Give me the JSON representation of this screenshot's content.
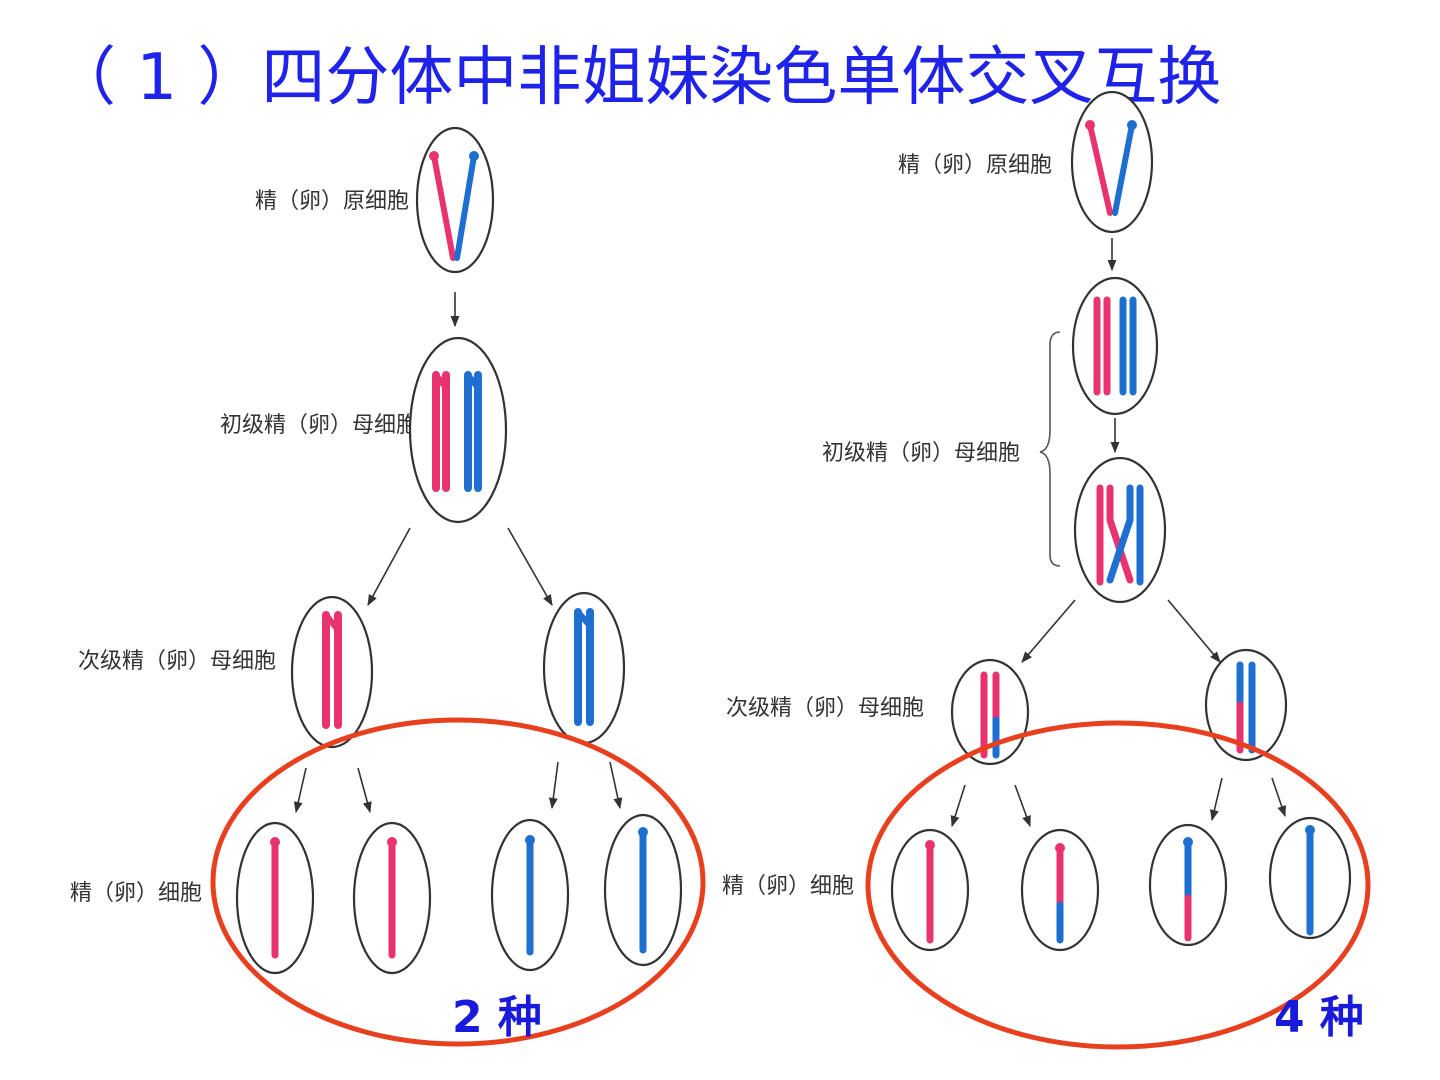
{
  "title": "（ 1 ）四分体中非姐妹染色单体交叉互换",
  "colors": {
    "title": "#1f22e8",
    "maternal": "#e8336e",
    "paternal": "#1e6fd0",
    "highlight_ring": "#e8401e",
    "count_text": "#1a1adb"
  },
  "left_panel": {
    "label_spermatogonium": "精（卵）原细胞",
    "label_primary": "初级精（卵）母细胞",
    "label_secondary": "次级精（卵）母细胞",
    "label_gamete": "精（卵）细胞",
    "result": "2 种"
  },
  "right_panel": {
    "label_spermatogonium": "精（卵）原细胞",
    "label_primary": "初级精（卵）母细胞",
    "label_secondary": "次级精（卵）母细胞",
    "label_gamete": "精（卵）细胞",
    "result": "4 种"
  }
}
